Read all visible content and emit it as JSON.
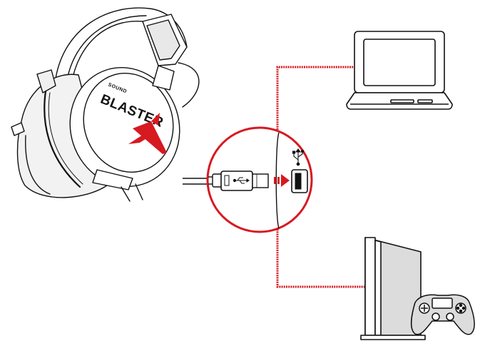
{
  "headset": {
    "brand_top": "SOUND",
    "brand_main": "BLASTER",
    "brand_mark": "X"
  },
  "colors": {
    "accent_red": "#d71920",
    "line": "#111111",
    "device_gray": "#dcdcdc"
  },
  "icons": {
    "usb_symbol": "usb-icon",
    "arrow": "arrow-right-icon"
  },
  "devices": [
    "laptop",
    "game-console",
    "gamepad"
  ]
}
